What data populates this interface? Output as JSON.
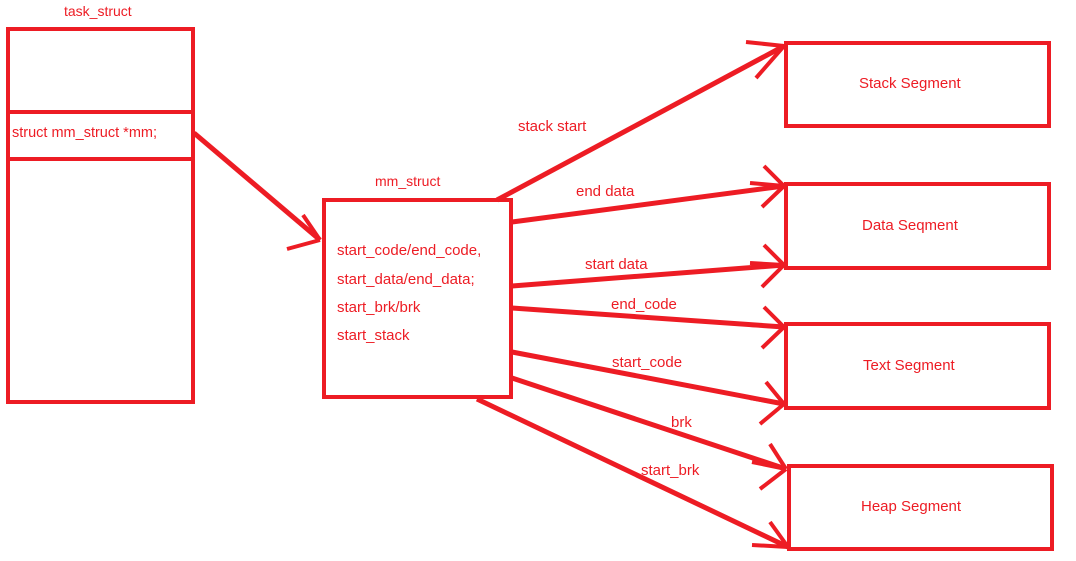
{
  "diagram": {
    "accent_color": "#ed1c24",
    "background_color": "#ffffff",
    "task_struct": {
      "title": "task_struct",
      "field_label": "struct mm_struct  *mm;"
    },
    "mm_struct": {
      "title": "mm_struct",
      "fields": [
        "start_code/end_code,",
        "start_data/end_data;",
        "start_brk/brk",
        "start_stack"
      ]
    },
    "segments": [
      {
        "name": "Stack Segment"
      },
      {
        "name": "Data Seqment"
      },
      {
        "name": "Text Segment"
      },
      {
        "name": "Heap Segment"
      }
    ],
    "edge_labels": [
      {
        "text": "stack start"
      },
      {
        "text": "end data"
      },
      {
        "text": "start data"
      },
      {
        "text": "end_code"
      },
      {
        "text": "start_code"
      },
      {
        "text": "brk"
      },
      {
        "text": "start_brk"
      }
    ]
  }
}
